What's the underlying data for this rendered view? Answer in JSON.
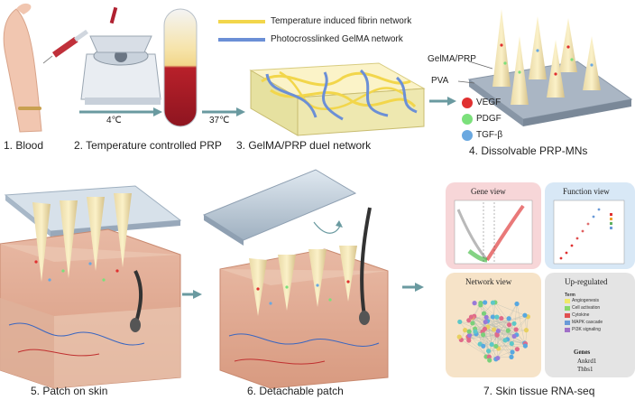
{
  "captions": {
    "c1": "1. Blood",
    "c2": "2. Temperature controlled PRP",
    "c3": "3. GelMA/PRP duel network",
    "c4": "4. Dissolvable PRP-MNs",
    "c5": "5. Patch on skin",
    "c6": "6. Detachable patch",
    "c7": "7. Skin tissue RNA-seq"
  },
  "legend": {
    "fibrin": "Temperature induced fibrin network",
    "gelma": "Photocrosslinked GelMA network",
    "fibrin_color": "#f2d64b",
    "gelma_color": "#6b8fd6"
  },
  "temps": {
    "t1": "4℃",
    "t2": "37℃"
  },
  "mn_labels": {
    "gelma_prp": "GelMA/PRP",
    "pva": "PVA"
  },
  "growth_factors": [
    {
      "name": "VEGF",
      "color": "#e03030"
    },
    {
      "name": "PDGF",
      "color": "#7be07b"
    },
    {
      "name": "TGF-β",
      "color": "#6aa8e0"
    }
  ],
  "panels": {
    "gene_view": "Gene view",
    "function_view": "Function view",
    "network_view": "Network view",
    "up_regulated": "Up-regulated",
    "terms_title": "Term",
    "terms": [
      {
        "name": "Angiogenesis",
        "color": "#f0e86a"
      },
      {
        "name": "Cell activation",
        "color": "#88d86a"
      },
      {
        "name": "Cytokine",
        "color": "#e05050"
      },
      {
        "name": "MAPK cascade",
        "color": "#6a9ad8"
      },
      {
        "name": "PI3K signaling",
        "color": "#a070c8"
      }
    ],
    "genes_title": "Genes",
    "genes": [
      "Ankrd1",
      "Thbs1"
    ]
  }
}
